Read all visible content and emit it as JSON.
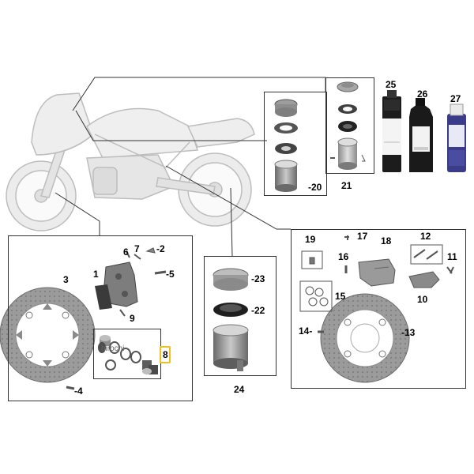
{
  "labels": {
    "n1": "1",
    "n2": "-2",
    "n3": "3",
    "n4": "-4",
    "n5": "-5",
    "n6": "6",
    "n7": "7",
    "n8": "8",
    "n9": "9",
    "n10": "10",
    "n11": "11",
    "n12": "12",
    "n13": "-13",
    "n14": "14-",
    "n15": "15",
    "n16": "16",
    "n17": "17",
    "n18": "18",
    "n19": "19",
    "n20": "-20",
    "n21": "21",
    "n22": "-22",
    "n23": "-23",
    "n24": "24",
    "n25": "25",
    "n26": "26",
    "n27": "27"
  },
  "watermark": "hirochi",
  "colors": {
    "highlight": "#f0c020",
    "line": "#333333",
    "part_gray": "#9a9a9a",
    "bike_outline": "#c8c8c8"
  }
}
